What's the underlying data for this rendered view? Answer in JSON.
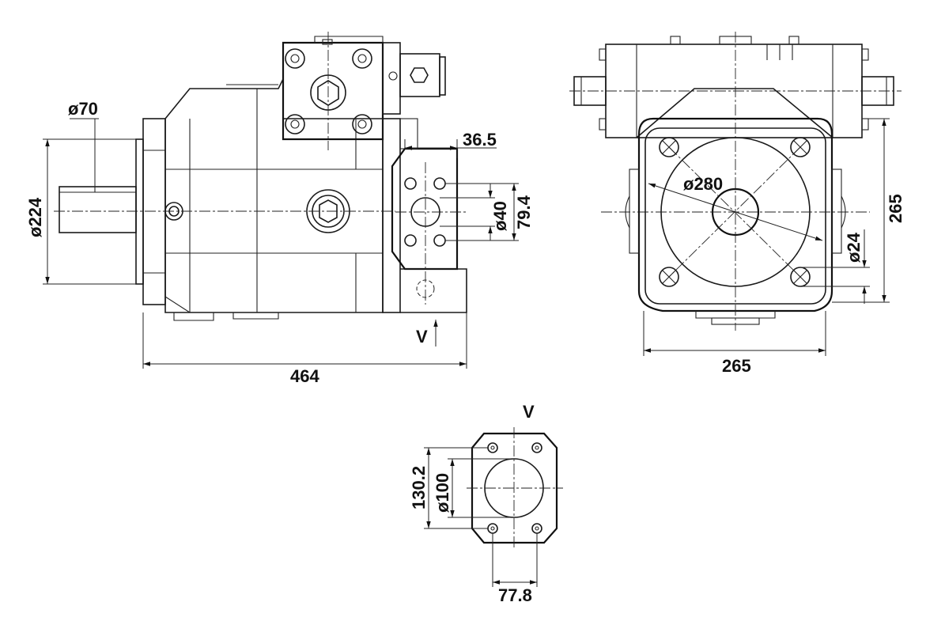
{
  "side_view": {
    "shaft_diameter": "ø70",
    "flange_diameter": "ø224",
    "overall_length": "464",
    "port_offset": "36.5",
    "port_bore": "ø40",
    "port_bolt_spacing": "79.4",
    "view_marker": "V"
  },
  "front_view": {
    "pilot_diameter": "ø280",
    "mount_hole": "ø24",
    "height": "265",
    "width": "265"
  },
  "port_view": {
    "title": "V",
    "bolt_spacing_vertical": "130.2",
    "bore": "ø100",
    "bolt_spacing_horizontal": "77.8"
  }
}
